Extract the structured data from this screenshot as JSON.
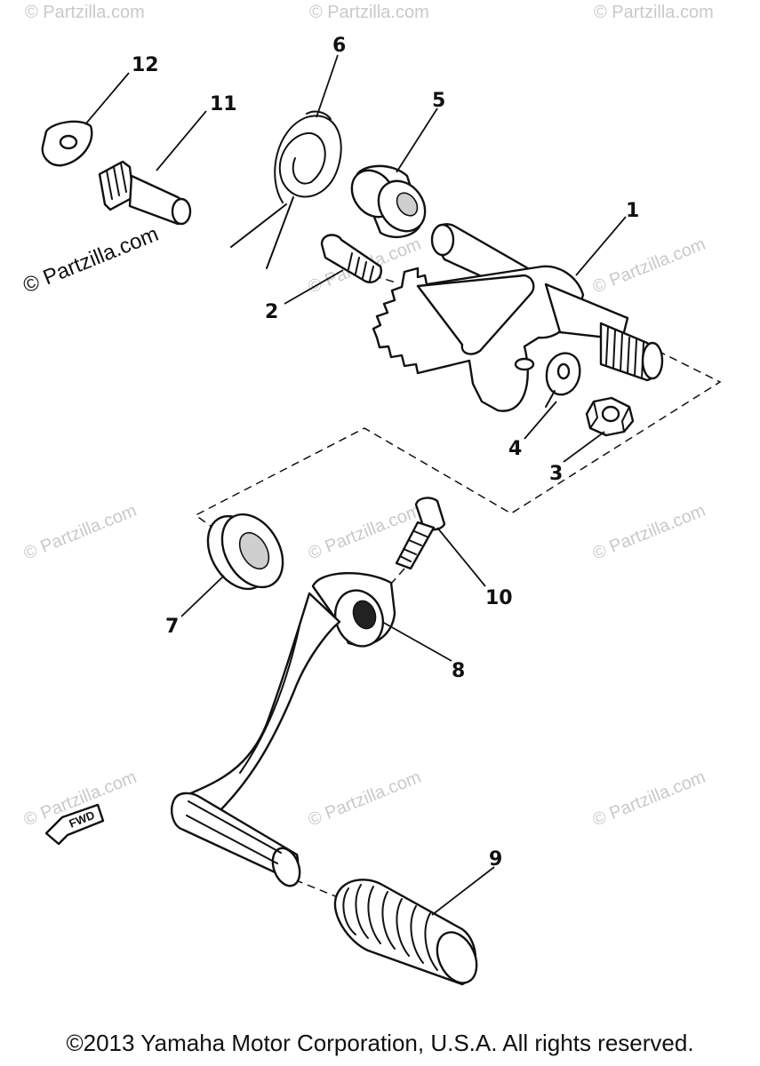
{
  "watermark": {
    "text": "© Partzilla.com"
  },
  "callouts": {
    "c1": "1",
    "c2": "2",
    "c3": "3",
    "c4": "4",
    "c5": "5",
    "c6": "6",
    "c7": "7",
    "c8": "8",
    "c9": "9",
    "c10": "10",
    "c11": "11",
    "c12": "12"
  },
  "fwd_label": "FWD",
  "copyright": "©2013 Yamaha Motor Corporation, U.S.A. All rights reserved."
}
